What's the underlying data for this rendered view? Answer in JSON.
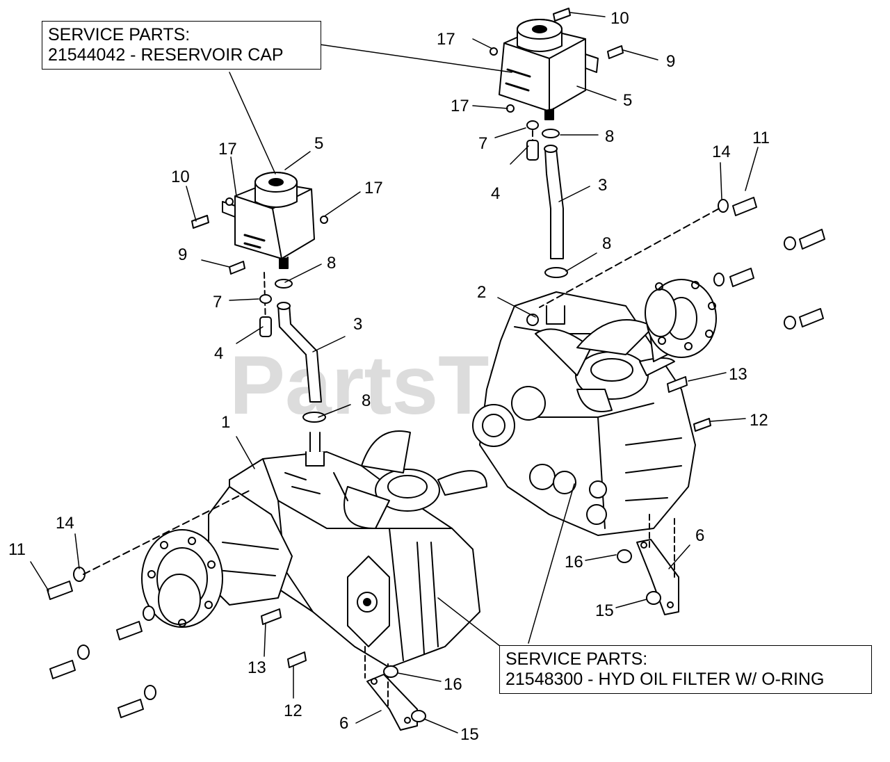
{
  "watermark": "PartsTree",
  "callouts": {
    "reservoir": {
      "line1": "SERVICE PARTS:",
      "line2": "21544042 - RESERVOIR CAP"
    },
    "filter": {
      "line1": "SERVICE PARTS:",
      "line2": "21548300 - HYD OIL FILTER W/ O-RING"
    }
  },
  "part_labels": {
    "l1": "1",
    "r2": "2",
    "l3": "3",
    "r3": "3",
    "l4": "4",
    "r4": "4",
    "l5": "5",
    "r5": "5",
    "l6": "6",
    "r6": "6",
    "l7": "7",
    "r7": "7",
    "l8a": "8",
    "l8b": "8",
    "r8a": "8",
    "r8b": "8",
    "l9": "9",
    "r9": "9",
    "l10": "10",
    "r10": "10",
    "l11": "11",
    "r11": "11",
    "l12": "12",
    "r12": "12",
    "l13": "13",
    "r13": "13",
    "l14": "14",
    "r14": "14",
    "l15": "15",
    "r15": "15",
    "l16": "16",
    "r16": "16",
    "l17a": "17",
    "l17b": "17",
    "r17a": "17",
    "r17b": "17"
  }
}
